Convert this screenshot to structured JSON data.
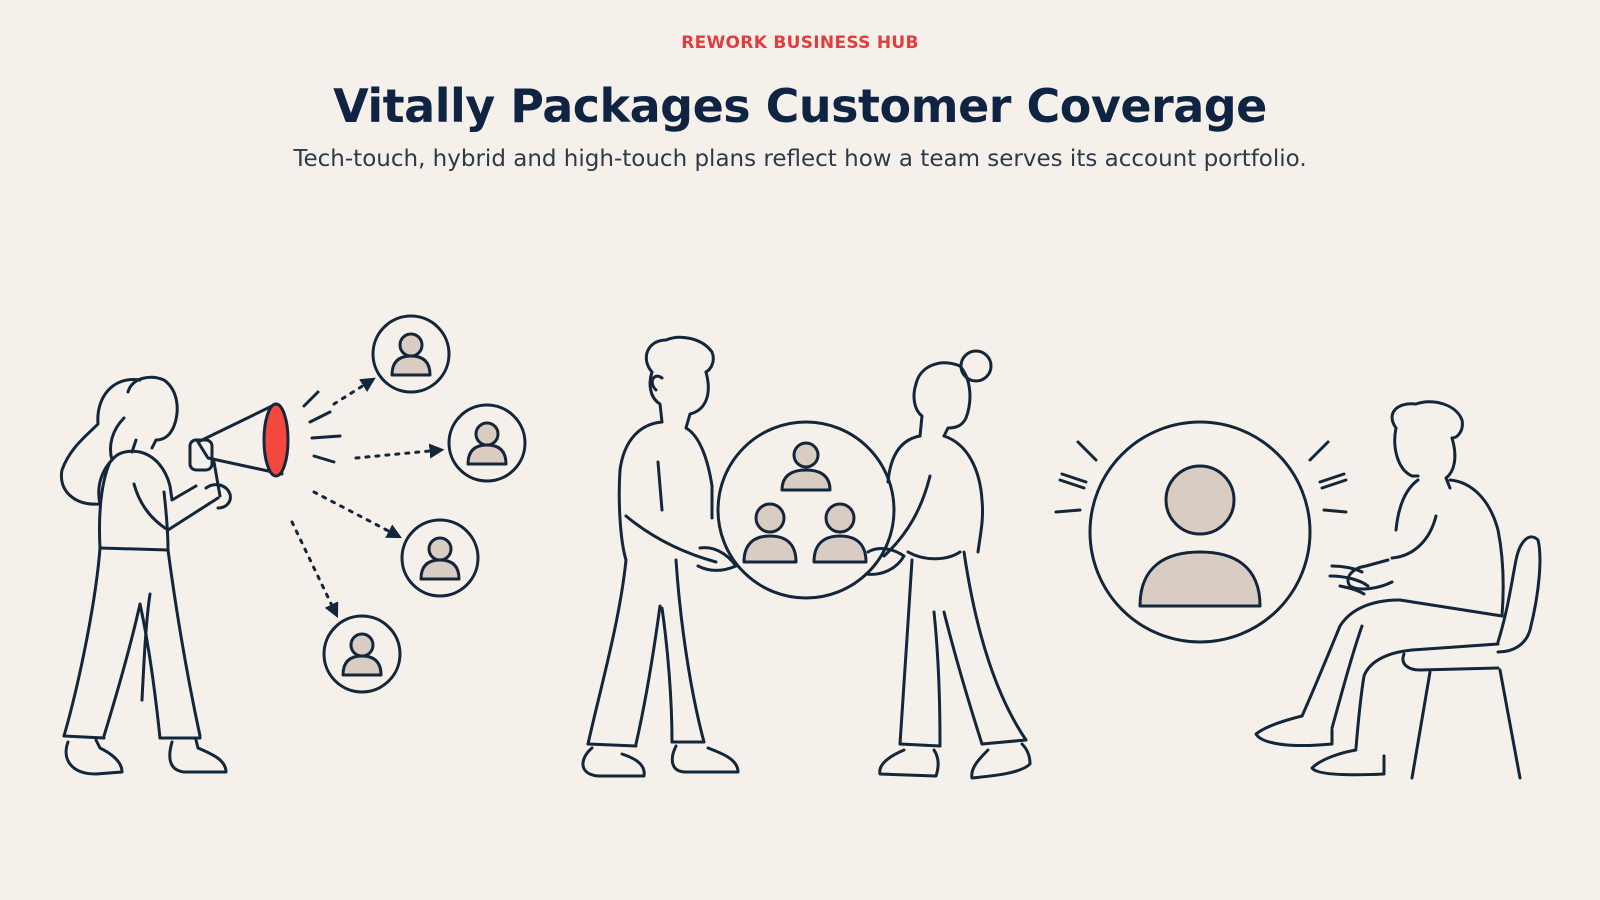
{
  "header": {
    "eyebrow": "REWORK BUSINESS HUB",
    "title": "Vitally Packages Customer Coverage",
    "subtitle": "Tech-touch, hybrid and high-touch plans reflect how a team serves its account portfolio."
  },
  "colors": {
    "background": "#f5f1ea",
    "ink": "#13263a",
    "accent": "#e43b3f",
    "megaphone": "#f4473f",
    "avatar_fill": "#d9cdc3",
    "title": "#0f2442",
    "subtitle": "#2d3a4a"
  },
  "illustrations": {
    "tech_touch": {
      "icons": [
        "megaphone-icon",
        "user-avatar-icon"
      ]
    },
    "hybrid": {
      "icons": [
        "user-group-icon"
      ]
    },
    "high_touch": {
      "icons": [
        "user-avatar-icon",
        "chair-icon"
      ]
    }
  }
}
